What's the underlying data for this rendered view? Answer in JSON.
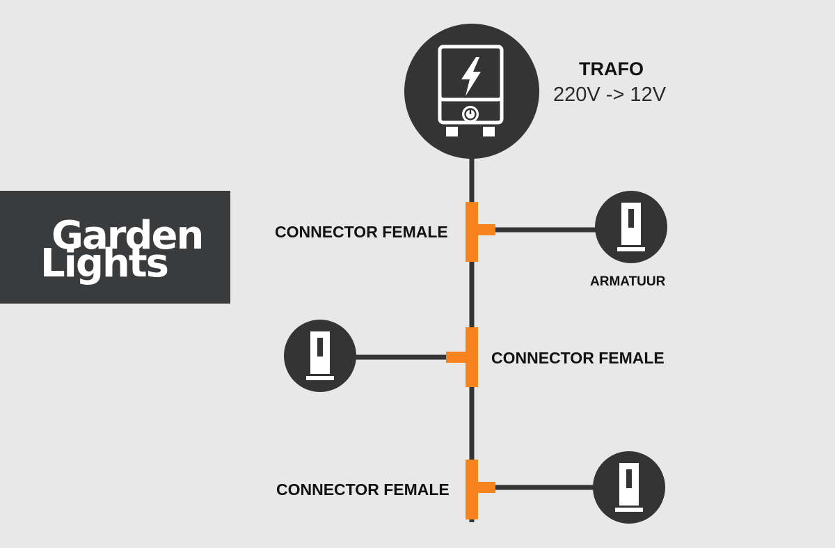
{
  "logo": {
    "line1": "Garden",
    "line2": "Lights"
  },
  "trafo": {
    "title": "TRAFO",
    "subtitle": "220V -> 12V",
    "icon": "transformer-icon"
  },
  "connectors": [
    {
      "label": "CONNECTOR FEMALE"
    },
    {
      "label": "CONNECTOR FEMALE"
    },
    {
      "label": "CONNECTOR FEMALE"
    }
  ],
  "fixtures": [
    {
      "label": "ARMATUUR",
      "icon": "garden-light-icon"
    },
    {
      "icon": "garden-light-icon"
    },
    {
      "icon": "garden-light-icon"
    }
  ],
  "colors": {
    "background": "#e8e8e8",
    "node_fill": "#343434",
    "cable": "#343434",
    "connector": "#f7831f",
    "logo_background": "#3a3b3d"
  }
}
